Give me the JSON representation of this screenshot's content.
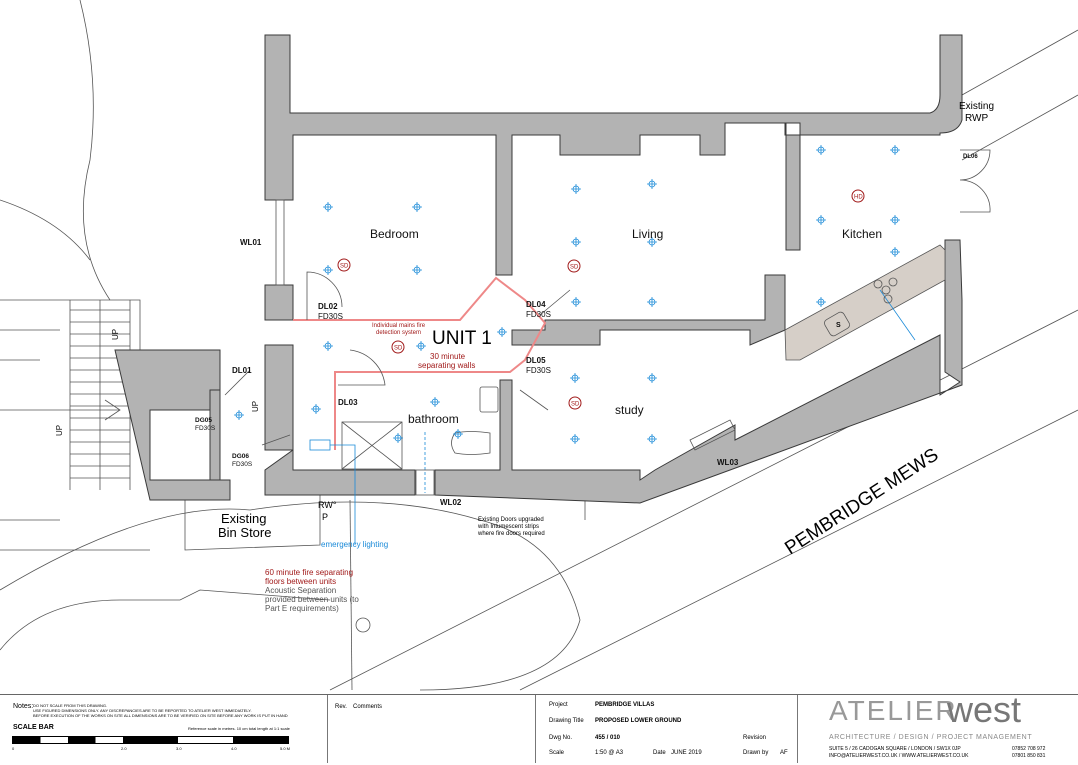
{
  "drawing": {
    "rooms": {
      "bedroom": "Bedroom",
      "living": "Living",
      "kitchen": "Kitchen",
      "unit": "UNIT 1",
      "bathroom": "bathroom",
      "study": "study"
    },
    "doors": {
      "dl01": "DL01",
      "dl02": "DL02",
      "dl02_type": "FD30S",
      "dl03": "DL03",
      "dl04": "DL04",
      "dl04_type": "FD30S",
      "dl05": "DL05",
      "dl05_type": "FD30S",
      "dl06": "DL06",
      "dg05": "DG05",
      "dg05_type": "FD30S",
      "dg06": "DG06",
      "dg06_type": "FD30S"
    },
    "windows": {
      "wl01": "WL01",
      "wl02": "WL02",
      "wl03": "WL03"
    },
    "symbols": {
      "smoke": "SD",
      "heat": "HD",
      "sink": "S",
      "up": "UP"
    },
    "annotations": {
      "detection": [
        "Individual mains fire",
        "detection system"
      ],
      "walls": [
        "30 minute",
        "separating walls"
      ],
      "rwp": [
        "Existing",
        "RWP"
      ],
      "bin_store": [
        "Existing",
        "Bin Store"
      ],
      "rwp_small": [
        "RW°",
        "P"
      ],
      "emergency": "emergency lighting",
      "floors": [
        "60 minute fire separating",
        "floors between units"
      ],
      "acoustic": [
        "Acoustic Separation",
        "provided between units (to",
        "Part E requirements)"
      ],
      "existing_doors": [
        "Existing Doors upgraded",
        "with Intumescent strips",
        "where fire doors required"
      ],
      "street": "PEMBRIDGE MEWS"
    },
    "colors": {
      "wall": "#b3b3b3",
      "counter": "#d6cfc8",
      "fire": "#a11a1a",
      "light": "#1a8ad8"
    }
  },
  "titleblock": {
    "notes_label": "Notes:",
    "notes": [
      "DO NOT SCALE FROM THIS DRAWING.",
      "USE FIGURED DIMENSIONS ONLY. ANY DISCREPANCIES ARE TO BE REPORTED TO ATELIER WEST IMMEDIATELY.",
      "BEFORE EXECUTION OF THE WORKS ON SITE ALL DIMENSIONS ARE TO BE VERIFIED ON SITE BEFORE ANY WORK IS PUT IN HAND"
    ],
    "scale_bar_label": "SCALE BAR",
    "scale_ref": "Reference scale in metres. 10 cm total length at 1:1 scale",
    "scale_ticks": [
      "0",
      "2.0",
      "3.0",
      "4.0",
      "5.0 M"
    ],
    "rev": "Rev.",
    "comments": "Comments",
    "project_label": "Project",
    "project": "PEMBRIDGE VILLAS",
    "title_label": "Drawing Title",
    "title": "PROPOSED LOWER GROUND",
    "dwg_label": "Dwg No.",
    "dwg": "455 / 010",
    "revision_label": "Revision",
    "scale_label": "Scale",
    "scale": "1:50 @ A3",
    "date_label": "Date",
    "date": "JUNE 2019",
    "drawn_label": "Drawn by",
    "drawn": "AF",
    "logo_light": "ATELIER",
    "logo_bold": "west",
    "tagline": "ARCHITECTURE / DESIGN / PROJECT MANAGEMENT",
    "address": "SUITE 5  /  26 CADOGAN SQUARE  /  LONDON  /  SW1X 0JP",
    "web": "INFO@ATELIERWEST.CO.UK /  WWW.ATELIERWEST.CO.UK",
    "phone1": "07852 708 972",
    "phone2": "07801 850 831"
  }
}
